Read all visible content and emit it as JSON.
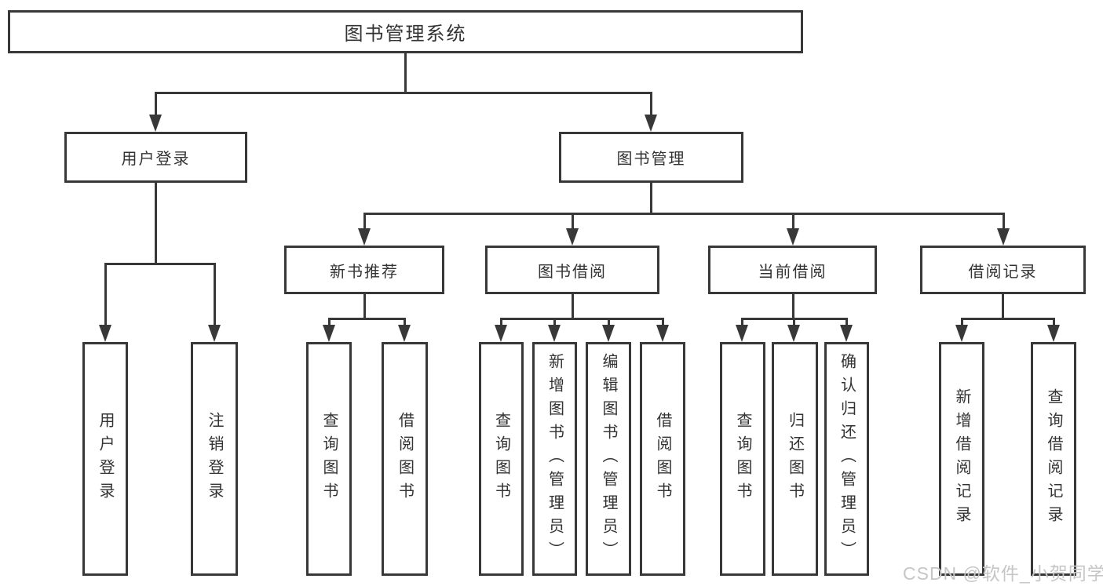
{
  "diagram_title": "图书管理系统",
  "nodes": {
    "root": "图书管理系统",
    "user_login": "用户登录",
    "book_management": "图书管理",
    "new_book_recommend": "新书推荐",
    "book_borrow": "图书借阅",
    "current_borrow": "当前借阅",
    "borrow_record": "借阅记录",
    "user_login_leaf": "用户登录",
    "logout_leaf": "注销登录",
    "recommend_query_book": "查询图书",
    "recommend_borrow_book": "借阅图书",
    "borrow_query_book": "查询图书",
    "borrow_add_book": "新增图书（管理员）",
    "borrow_edit_book": "编辑图书（管理员）",
    "borrow_borrow_book": "借阅图书",
    "current_query_book": "查询图书",
    "current_return_book": "归还图书",
    "current_confirm_return": "确认归还（管理员）",
    "record_add": "新增借阅记录",
    "record_query": "查询借阅记录"
  },
  "structure": {
    "root": [
      "user_login",
      "book_management"
    ],
    "user_login": [
      "user_login_leaf",
      "logout_leaf"
    ],
    "book_management": [
      "new_book_recommend",
      "book_borrow",
      "current_borrow",
      "borrow_record"
    ],
    "new_book_recommend": [
      "recommend_query_book",
      "recommend_borrow_book"
    ],
    "book_borrow": [
      "borrow_query_book",
      "borrow_add_book",
      "borrow_edit_book",
      "borrow_borrow_book"
    ],
    "current_borrow": [
      "current_query_book",
      "current_return_book",
      "current_confirm_return"
    ],
    "borrow_record": [
      "record_add",
      "record_query"
    ]
  },
  "watermark": "CSDN @软件_小贺同学",
  "colors": {
    "line": "#383838",
    "text": "#333333",
    "background": "#ffffff",
    "watermark": "#c6c6c6"
  }
}
